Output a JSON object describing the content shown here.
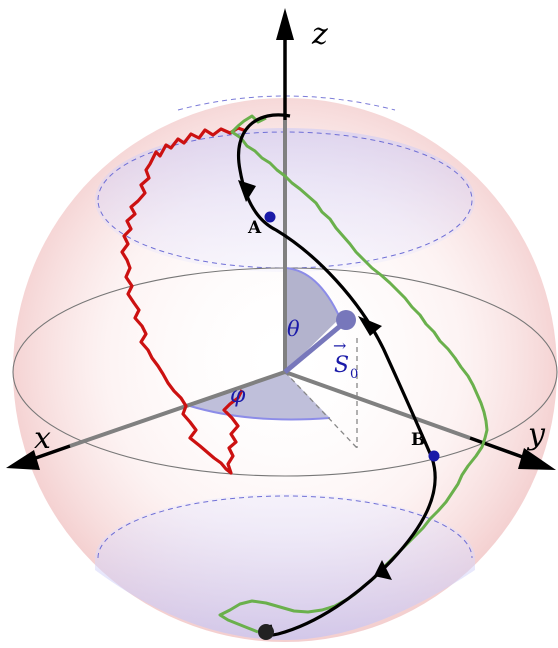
{
  "axes": {
    "x_label": "x",
    "y_label": "y",
    "z_label": "z"
  },
  "angles": {
    "theta_label": "θ",
    "phi_label": "φ"
  },
  "vector": {
    "symbol": "S",
    "subscript": "0",
    "arrow_glyph": "→"
  },
  "points": {
    "a_label": "A",
    "b_label": "B"
  },
  "colors": {
    "red_trajectory": "#cc1111",
    "green_trajectory": "#6ab04c",
    "path": "#000000",
    "points": "#1a1aa8",
    "vector": "#7777bb",
    "angle_theta_fill": "#a6a6c4",
    "angle_phi_fill": "#b4b4d4",
    "angle_label": "#1a1aa8",
    "cap_fill": "#dcdcff",
    "sphere_tint": "#f3c9c9"
  }
}
